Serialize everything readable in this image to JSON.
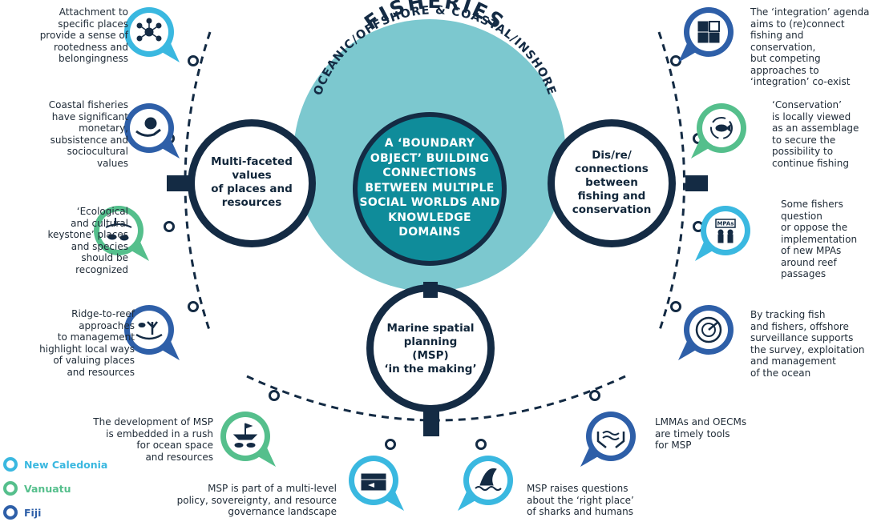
{
  "arc_title": "OCEANIC/OFFSHORE & COASTAL/INSHORE",
  "main_title": "FISHERIES",
  "core_text": [
    "A ‘BOUNDARY",
    "OBJECT’ BUILDING",
    "CONNECTIONS",
    "BETWEEN MULTIPLE",
    "SOCIAL WORLDS AND",
    "KNOWLEDGE",
    "DOMAINS"
  ],
  "hubs": {
    "left": [
      "Multi-faceted",
      "values",
      "of places and",
      "resources"
    ],
    "right": [
      "Dis/re/",
      "connections",
      "between",
      "fishing and",
      "conservation"
    ],
    "bottom": [
      "Marine spatial",
      "planning",
      "(MSP)",
      "‘in the making’"
    ]
  },
  "left_items": [
    {
      "lines": [
        "Attachment to",
        "specific places",
        "provide a sense of",
        "rootedness and",
        "belongingness"
      ],
      "icon": "community-network-icon",
      "color": "#3ab8e0"
    },
    {
      "lines": [
        "Coastal fisheries",
        "have significant",
        "monetary,",
        "subsistence and",
        "sociocultural",
        "values"
      ],
      "icon": "hand-coin-icon",
      "color": "#2e5fa8"
    },
    {
      "lines": [
        "‘Ecological",
        "and cultural",
        "keystone’ places",
        "and species",
        "should be",
        "recognized"
      ],
      "icon": "island-turtle-fish-icon",
      "color": "#55bf8c"
    },
    {
      "lines": [
        "Ridge-to-reef",
        "approaches",
        "to management",
        "highlight local ways",
        "of valuing places",
        "and resources"
      ],
      "icon": "hand-coral-fish-icon",
      "color": "#2e5fa8"
    }
  ],
  "right_items": [
    {
      "lines": [
        "The ‘integration’ agenda",
        "aims to (re)connect",
        "fishing and conservation,",
        "but competing",
        "approaches to",
        "‘integration’ co-exist"
      ],
      "icon": "puzzle-pieces-icon",
      "color": "#2e5fa8"
    },
    {
      "lines": [
        "‘Conservation’",
        "is locally viewed",
        "as an assemblage",
        "to secure the",
        "possibility to",
        "continue fishing"
      ],
      "icon": "fish-cycle-icon",
      "color": "#55bf8c"
    },
    {
      "lines": [
        "Some fishers",
        "question",
        "or oppose the",
        "implementation",
        "of new MPAs",
        "around reef",
        "passages"
      ],
      "icon": "protest-mpas-icon",
      "color": "#3ab8e0"
    },
    {
      "lines": [
        "By tracking fish",
        "and fishers, offshore",
        "surveillance supports",
        "the survey, exploitation",
        "and management",
        "of the ocean"
      ],
      "icon": "radar-icon",
      "color": "#2e5fa8"
    }
  ],
  "bottom_items": [
    {
      "lines": [
        "The development of MSP",
        "is embedded in a rush",
        "for ocean space",
        "and resources"
      ],
      "icon": "boat-fish-icon",
      "color": "#55bf8c"
    },
    {
      "lines": [
        "MSP is part of a multi-level",
        "policy, sovereignty, and resource",
        "governance landscape"
      ],
      "icon": "parliament-fish-icon",
      "color": "#3ab8e0"
    },
    {
      "lines": [
        "MSP raises questions",
        "about the ‘right place’",
        "of sharks and humans"
      ],
      "icon": "shark-fin-icon",
      "color": "#3ab8e0"
    },
    {
      "lines": [
        "LMMAs and OECMs",
        "are timely tools",
        "for MSP"
      ],
      "icon": "hands-water-icon",
      "color": "#2e5fa8"
    }
  ],
  "mpas_sign": "MPAs",
  "legend": [
    {
      "label": "New Caledonia",
      "color": "#3ab8e0"
    },
    {
      "label": "Vanuatu",
      "color": "#55bf8c"
    },
    {
      "label": "Fiji",
      "color": "#2e5fa8"
    }
  ],
  "colors": {
    "teal_big": "#7cc8cf",
    "teal_core": "#0f8c9a",
    "navy": "#142b44"
  }
}
